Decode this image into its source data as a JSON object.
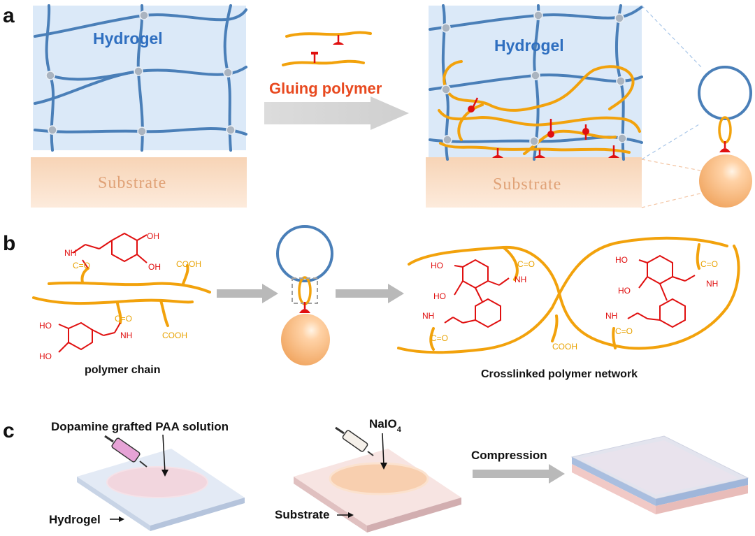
{
  "panel_a": {
    "label": "a",
    "left_hydrogel_label": "Hydrogel",
    "left_substrate_label": "Substrate",
    "gluing_label": "Gluing polymer",
    "right_hydrogel_label": "Hydrogel",
    "right_substrate_label": "Substrate"
  },
  "panel_b": {
    "label": "b",
    "chem": {
      "nh": "NH",
      "co": "C=O",
      "oh": "OH",
      "ho": "HO",
      "cooh": "COOH"
    },
    "polymer_chain_caption": "polymer chain",
    "network_caption": "Crosslinked  polymer network"
  },
  "panel_c": {
    "label": "c",
    "solution_label": "Dopamine grafted PAA solution",
    "naio4_main": "NaIO",
    "naio4_sub": "4",
    "compression_label": "Compression",
    "hydrogel_label": "Hydrogel",
    "substrate_label": "Substrate"
  },
  "colors": {
    "hydrogel_fill": "#dbe9f8",
    "network_blue": "#4a7fb8",
    "substrate_fill": "#fbe3cf",
    "gluing_orange": "#f2a20c",
    "catechol_red": "#e01010",
    "arrow_gray": "#c9c9c9"
  }
}
